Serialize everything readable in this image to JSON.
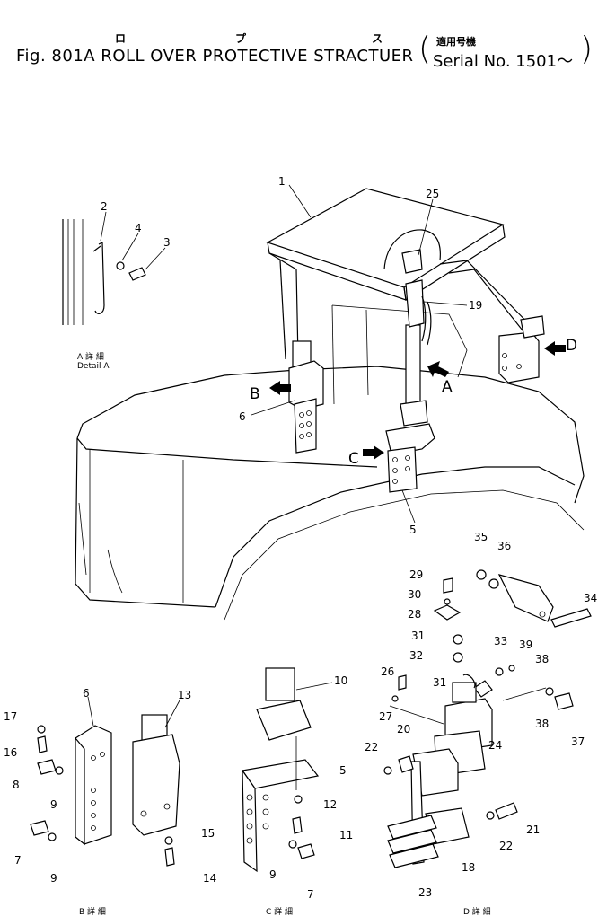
{
  "header": {
    "kana": [
      "ロ",
      "プ",
      "ス"
    ],
    "title": "Fig. 801A ROLL OVER PROTECTIVE STRACTUER",
    "serial_jp": "適用号機",
    "serial": "Serial No. 1501～"
  },
  "arrows": {
    "a": "A",
    "b": "B",
    "c": "C",
    "d": "D"
  },
  "details": {
    "a_jp": "A 詳 細",
    "a_en": "Detail A",
    "b": "B 詳 細",
    "c": "C 詳 細",
    "d": "D 詳 細"
  },
  "callouts": {
    "main": [
      "1",
      "25",
      "19",
      "6",
      "5",
      "2",
      "4",
      "3"
    ],
    "d_top": [
      "35",
      "36",
      "34",
      "29",
      "30",
      "28",
      "31",
      "32",
      "33",
      "39",
      "38",
      "26",
      "27",
      "31",
      "37",
      "38",
      "20",
      "22",
      "24",
      "22",
      "21",
      "18",
      "23"
    ],
    "b": [
      "6",
      "13",
      "17",
      "16",
      "8",
      "9",
      "7",
      "9",
      "15",
      "14"
    ],
    "c": [
      "10",
      "5",
      "12",
      "11",
      "9",
      "7"
    ]
  }
}
